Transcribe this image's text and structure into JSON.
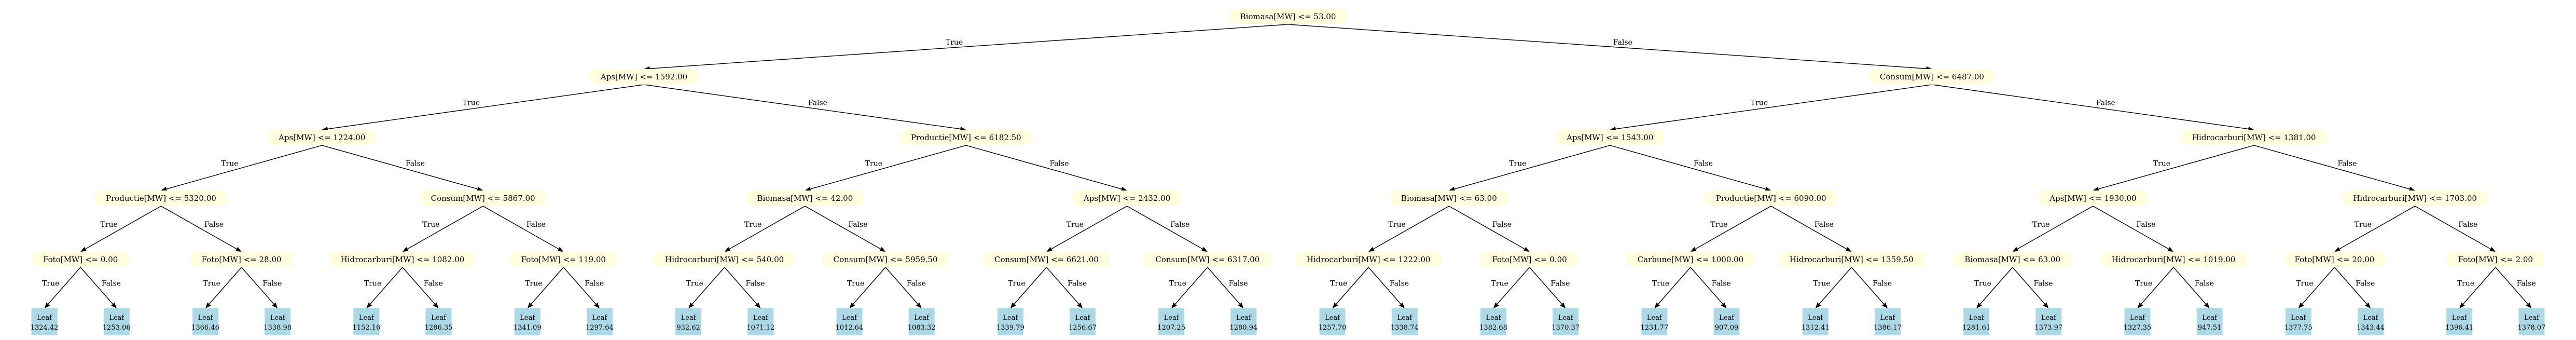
{
  "colors": {
    "split_fill": "#ffffe0",
    "leaf_fill": "#add8e6",
    "edge": "#000000",
    "text": "#000000"
  },
  "edge_labels": {
    "true": "True",
    "false": "False"
  },
  "tree": {
    "label": "Biomasa[MW] <= 53.00",
    "children": [
      {
        "label": "Aps[MW] <= 1592.00",
        "children": [
          {
            "label": "Aps[MW] <= 1224.00",
            "children": [
              {
                "label": "Productie[MW] <= 5320.00",
                "children": [
                  {
                    "label": "Foto[MW] <= 0.00",
                    "children": [
                      {
                        "leaf": "Leaf",
                        "value": "1324.42"
                      },
                      {
                        "leaf": "Leaf",
                        "value": "1253.06"
                      }
                    ]
                  },
                  {
                    "label": "Foto[MW] <= 28.00",
                    "children": [
                      {
                        "leaf": "Leaf",
                        "value": "1366.46"
                      },
                      {
                        "leaf": "Leaf",
                        "value": "1338.98"
                      }
                    ]
                  }
                ]
              },
              {
                "label": "Consum[MW] <= 5867.00",
                "children": [
                  {
                    "label": "Hidrocarburi[MW] <= 1082.00",
                    "children": [
                      {
                        "leaf": "Leaf",
                        "value": "1152.16"
                      },
                      {
                        "leaf": "Leaf",
                        "value": "1286.35"
                      }
                    ]
                  },
                  {
                    "label": "Foto[MW] <= 119.00",
                    "children": [
                      {
                        "leaf": "Leaf",
                        "value": "1341.09"
                      },
                      {
                        "leaf": "Leaf",
                        "value": "1297.64"
                      }
                    ]
                  }
                ]
              }
            ]
          },
          {
            "label": "Productie[MW] <= 6182.50",
            "children": [
              {
                "label": "Biomasa[MW] <= 42.00",
                "children": [
                  {
                    "label": "Hidrocarburi[MW] <= 540.00",
                    "children": [
                      {
                        "leaf": "Leaf",
                        "value": "932.62"
                      },
                      {
                        "leaf": "Leaf",
                        "value": "1071.12"
                      }
                    ]
                  },
                  {
                    "label": "Consum[MW] <= 5959.50",
                    "children": [
                      {
                        "leaf": "Leaf",
                        "value": "1012.64"
                      },
                      {
                        "leaf": "Leaf",
                        "value": "1083.32"
                      }
                    ]
                  }
                ]
              },
              {
                "label": "Aps[MW] <= 2432.00",
                "children": [
                  {
                    "label": "Consum[MW] <= 6621.00",
                    "children": [
                      {
                        "leaf": "Leaf",
                        "value": "1339.79"
                      },
                      {
                        "leaf": "Leaf",
                        "value": "1256.67"
                      }
                    ]
                  },
                  {
                    "label": "Consum[MW] <= 6317.00",
                    "children": [
                      {
                        "leaf": "Leaf",
                        "value": "1207.25"
                      },
                      {
                        "leaf": "Leaf",
                        "value": "1280.94"
                      }
                    ]
                  }
                ]
              }
            ]
          }
        ]
      },
      {
        "label": "Consum[MW] <= 6487.00",
        "children": [
          {
            "label": "Aps[MW] <= 1543.00",
            "children": [
              {
                "label": "Biomasa[MW] <= 63.00",
                "children": [
                  {
                    "label": "Hidrocarburi[MW] <= 1222.00",
                    "children": [
                      {
                        "leaf": "Leaf",
                        "value": "1257.70"
                      },
                      {
                        "leaf": "Leaf",
                        "value": "1338.74"
                      }
                    ]
                  },
                  {
                    "label": "Foto[MW] <= 0.00",
                    "children": [
                      {
                        "leaf": "Leaf",
                        "value": "1382.68"
                      },
                      {
                        "leaf": "Leaf",
                        "value": "1370.37"
                      }
                    ]
                  }
                ]
              },
              {
                "label": "Productie[MW] <= 6090.00",
                "children": [
                  {
                    "label": "Carbune[MW] <= 1000.00",
                    "children": [
                      {
                        "leaf": "Leaf",
                        "value": "1231.77"
                      },
                      {
                        "leaf": "Leaf",
                        "value": "907.09"
                      }
                    ]
                  },
                  {
                    "label": "Hidrocarburi[MW] <= 1359.50",
                    "children": [
                      {
                        "leaf": "Leaf",
                        "value": "1312.41"
                      },
                      {
                        "leaf": "Leaf",
                        "value": "1386.17"
                      }
                    ]
                  }
                ]
              }
            ]
          },
          {
            "label": "Hidrocarburi[MW] <= 1381.00",
            "children": [
              {
                "label": "Aps[MW] <= 1930.00",
                "children": [
                  {
                    "label": "Biomasa[MW] <= 63.00",
                    "children": [
                      {
                        "leaf": "Leaf",
                        "value": "1281.61"
                      },
                      {
                        "leaf": "Leaf",
                        "value": "1373.97"
                      }
                    ]
                  },
                  {
                    "label": "Hidrocarburi[MW] <= 1019.00",
                    "children": [
                      {
                        "leaf": "Leaf",
                        "value": "1327.35"
                      },
                      {
                        "leaf": "Leaf",
                        "value": "947.51"
                      }
                    ]
                  }
                ]
              },
              {
                "label": "Hidrocarburi[MW] <= 1703.00",
                "children": [
                  {
                    "label": "Foto[MW] <= 20.00",
                    "children": [
                      {
                        "leaf": "Leaf",
                        "value": "1377.75"
                      },
                      {
                        "leaf": "Leaf",
                        "value": "1343.44"
                      }
                    ]
                  },
                  {
                    "label": "Foto[MW] <= 2.00",
                    "children": [
                      {
                        "leaf": "Leaf",
                        "value": "1396.41"
                      },
                      {
                        "leaf": "Leaf",
                        "value": "1378.07"
                      }
                    ]
                  }
                ]
              }
            ]
          }
        ]
      }
    ]
  }
}
